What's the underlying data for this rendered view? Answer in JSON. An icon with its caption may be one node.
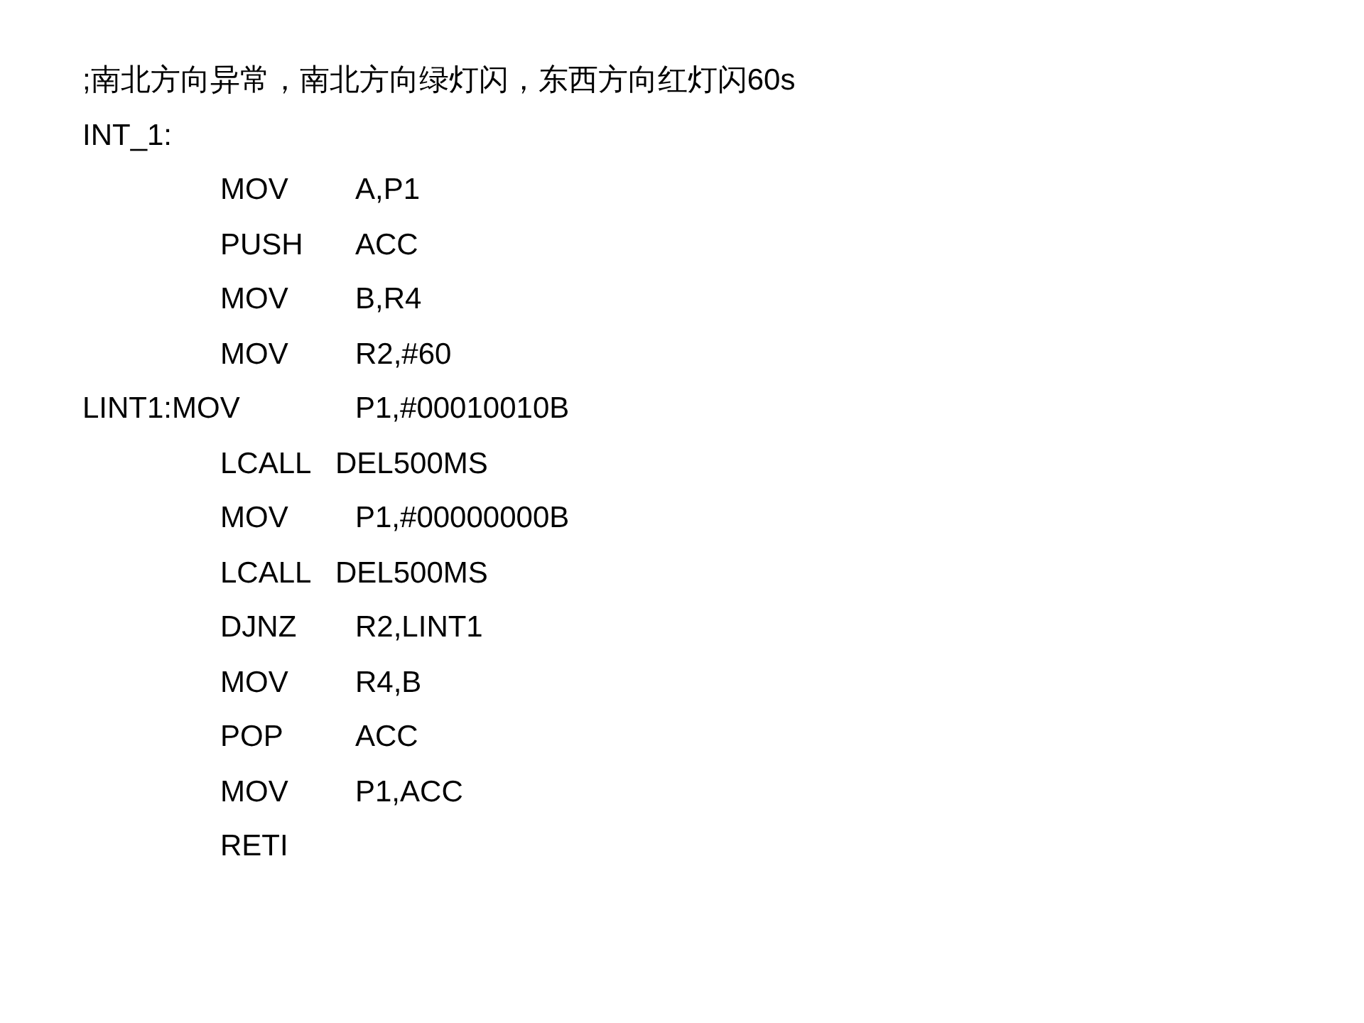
{
  "diagram": {
    "labels": [
      ";南北方向异常，南北方向绿灯闪，东西方向红灯闪60s",
      "INT_1:",
      "MOV",
      "A,P1",
      "PUSH",
      "ACC",
      "MOV",
      "B,R4",
      "MOV",
      "R2,#60",
      "LINT1:MOV",
      "P1,#00010010B",
      "LCALL",
      "DEL500MS",
      "MOV",
      "P1,#00000000B",
      "LCALL",
      "DEL500MS",
      "DJNZ",
      "R2,LINT1",
      "MOV",
      "R4,B",
      "POP",
      "ACC",
      "MOV",
      "P1,ACC",
      "RETI"
    ]
  }
}
